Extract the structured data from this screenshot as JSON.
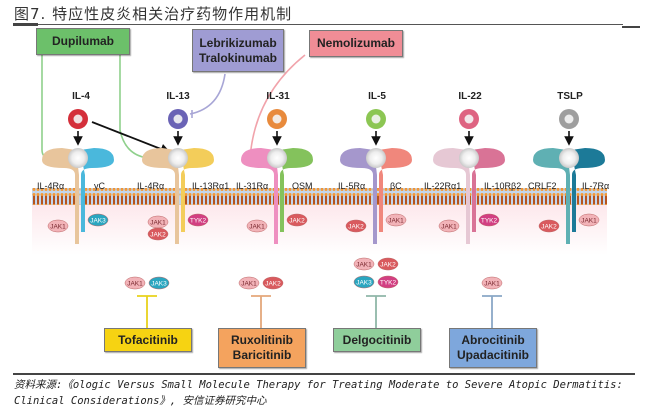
{
  "title": "图7. 特应性皮炎相关治疗药物作用机制",
  "source": "资料来源:《ologic Versus Small Molecule Therapy for Treating Moderate to Severe Atopic Dermatitis: Clinical Considerations》, 安信证券研究中心",
  "biologics": [
    {
      "name": "Dupilumab",
      "color": "#6cc06a",
      "targets": [
        "IL-4Rα (IL-4)",
        "IL-4Rα (IL-13)"
      ]
    },
    {
      "name": "Lebrikizumab\nTralokinumab",
      "line1": "Lebrikizumab",
      "line2": "Tralokinumab",
      "color": "#9f9cd3",
      "targets": [
        "IL-13"
      ]
    },
    {
      "name": "Nemolizumab",
      "color": "#f08d96",
      "targets": [
        "IL-31Rα"
      ]
    }
  ],
  "cytokines": [
    {
      "name": "IL-4",
      "color": "#d42f3a"
    },
    {
      "name": "IL-13",
      "color": "#6a63b5"
    },
    {
      "name": "IL-31",
      "color": "#e88a3c"
    },
    {
      "name": "IL-5",
      "color": "#8cc653"
    },
    {
      "name": "IL-22",
      "color": "#de6381"
    },
    {
      "name": "TSLP",
      "color": "#9e9e9e"
    }
  ],
  "receptors": [
    {
      "left": "IL-4Rα",
      "right": "γC",
      "jaks_left": [
        "JAK1"
      ],
      "jaks_right": [
        "JAK3"
      ]
    },
    {
      "left": "IL-4Rα",
      "right": "IL-13Rα1",
      "jaks_left": [
        "JAK1",
        "JAK2"
      ],
      "jaks_right": [
        "TYK2"
      ]
    },
    {
      "left": "IL-31Rα",
      "right": "OSM",
      "jaks_left": [
        "JAK1"
      ],
      "jaks_right": [
        "JAK2"
      ]
    },
    {
      "left": "IL-5Rα",
      "right": "βC",
      "jaks_left": [
        "JAK2"
      ],
      "jaks_right": [
        "JAK1"
      ]
    },
    {
      "left": "IL-22Rα1",
      "right": "IL-10Rβ2",
      "jaks_left": [
        "JAK1"
      ],
      "jaks_right": [
        "TYK2"
      ]
    },
    {
      "left": "CRLF2",
      "right": "IL-7Rα",
      "jaks_left": [
        "JAK2"
      ],
      "jaks_right": [
        "JAK1"
      ]
    }
  ],
  "jak_inhibitors": [
    {
      "line1": "Tofacitinib",
      "line2": "",
      "color": "#f6d312",
      "jaks": [
        "JAK1",
        "JAK3"
      ]
    },
    {
      "line1": "Ruxolitinib",
      "line2": "Baricitinib",
      "color": "#f4a35e",
      "jaks": [
        "JAK1",
        "JAK2"
      ]
    },
    {
      "line1": "Delgocitinib",
      "line2": "",
      "color": "#8fce9b",
      "jaks": [
        "JAK1",
        "JAK2",
        "JAK3",
        "TYK2"
      ]
    },
    {
      "line1": "Abrocitinib",
      "line2": "Upadacitinib",
      "color": "#7ea7dc",
      "jaks": [
        "JAK1"
      ]
    }
  ],
  "jak_colors": {
    "JAK1": "#f2b3b8",
    "JAK2": "#d95a5e",
    "JAK3": "#2aa6c0",
    "TYK2": "#d23f82"
  }
}
